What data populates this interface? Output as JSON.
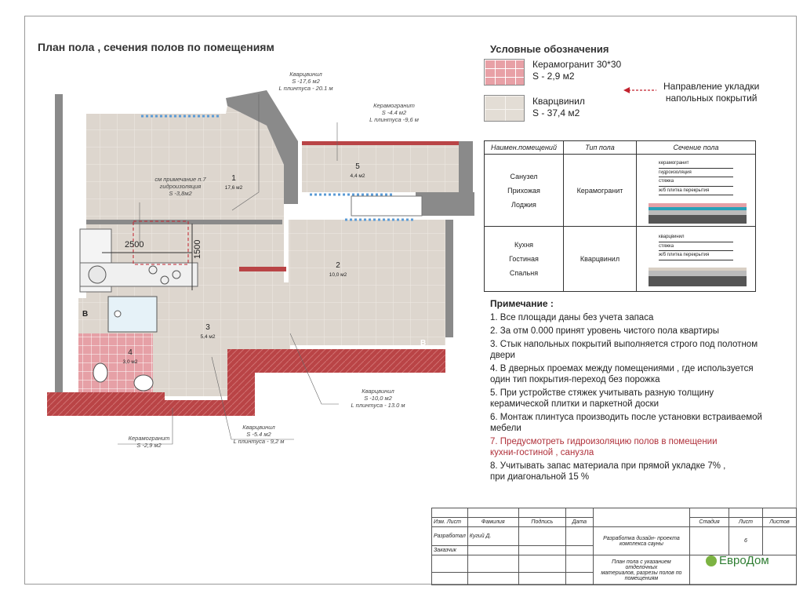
{
  "title": "План пола , сечения полов по помещениям",
  "legend": {
    "title": "Условные обозначения",
    "ceramic": {
      "line1": "Керамогранит 30*30",
      "line2": "S - 2,9 м2",
      "color": "#e8a0a6"
    },
    "vinyl": {
      "line1": "Кварцвинил",
      "line2": "S - 37,4 м2",
      "color": "#e3ddd5"
    },
    "direction": {
      "line1": "Направление укладки",
      "line2": "напольных  покрытий",
      "arrow_color": "#c2222e"
    }
  },
  "sections_table": {
    "headers": [
      "Наимен.помещений",
      "Тип пола",
      "Сечение пола"
    ],
    "rows": [
      {
        "rooms": [
          "Санузел",
          "Прихожая",
          "Лоджия"
        ],
        "type": "Керамогранит",
        "layers": [
          "керамогранит",
          "гидроизоляция",
          "стяжка",
          "ж/б плитка перекрытия"
        ]
      },
      {
        "rooms": [
          "Кухня",
          "Гостиная",
          "Спальня"
        ],
        "type": "Кварцвинил",
        "layers": [
          "кварцвинил",
          "стяжка",
          "ж/б плитка перекрытия"
        ]
      }
    ]
  },
  "notes": {
    "title": "Примечание :",
    "items": [
      "1. Все площади даны без учета запаса",
      "2. За отм 0.000 принят уровень чистого пола квартиры",
      "3. Стык напольных покрытий выполняется строго под полотном двери",
      "4. В дверных проемах между помещениями , где используется\nодин тип покрытия-переход без порожка",
      "5. При устройстве стяжек учитывать разную толщину\nкерамической плитки и паркетной доски",
      "6. Монтаж плинтуса производить после установки  встраиваемой\n     мебели",
      "7. Предусмотреть гидроизоляцию полов в помещении\nкухни-гостиной , санузла",
      "8. Учитывать запас материала при прямой укладке 7% ,\n  при диагональной 15 %"
    ],
    "red_index": 6
  },
  "plan": {
    "rooms": [
      {
        "no": "1",
        "area": "17,6 м2"
      },
      {
        "no": "2",
        "area": "10,0 м2"
      },
      {
        "no": "3",
        "area": "5,4 м2"
      },
      {
        "no": "4",
        "area": "3,0 м2"
      },
      {
        "no": "5",
        "area": "4,4 м2"
      }
    ],
    "dim_2500": "2500",
    "dim_1500": "1500",
    "wall_markers": [
      "В",
      "В"
    ],
    "annotations": {
      "a1": [
        "Кварцвинил",
        "S -17,6 м2",
        "L плинтуса - 20.1 м"
      ],
      "a2": [
        "Керамогранит",
        "S -4.4 м2",
        "L плинтуса -9,6 м"
      ],
      "a3": [
        "см примечание п.7",
        "гидроизоляция",
        "S -3,8м2"
      ],
      "a4": [
        "Кварцвинил",
        "S -10,0 м2",
        "L плинтуса - 13.0 м"
      ],
      "a5": [
        "Керамогранит",
        "S -2,9 м2"
      ],
      "a6": [
        "Кварцвинил",
        "S -5.4 м2",
        "L плинтуса - 9,2 м"
      ]
    }
  },
  "stamp": {
    "h_left": [
      "Изм. Лист",
      "Фамилия",
      "Подпись",
      "Дата"
    ],
    "h_right": [
      "Стадия",
      "Лист",
      "Листов"
    ],
    "dev_label": "Разработал",
    "dev_name": "Кугий Д.",
    "client_label": "Заказчик",
    "project": [
      "Разработка дизайн- проекта",
      "комплекса сауны"
    ],
    "sheet": "6",
    "description": [
      "План пола с указанием отделочных",
      "материалов, разрезы полов по помещениям"
    ],
    "logo": "ЕвроДом"
  }
}
